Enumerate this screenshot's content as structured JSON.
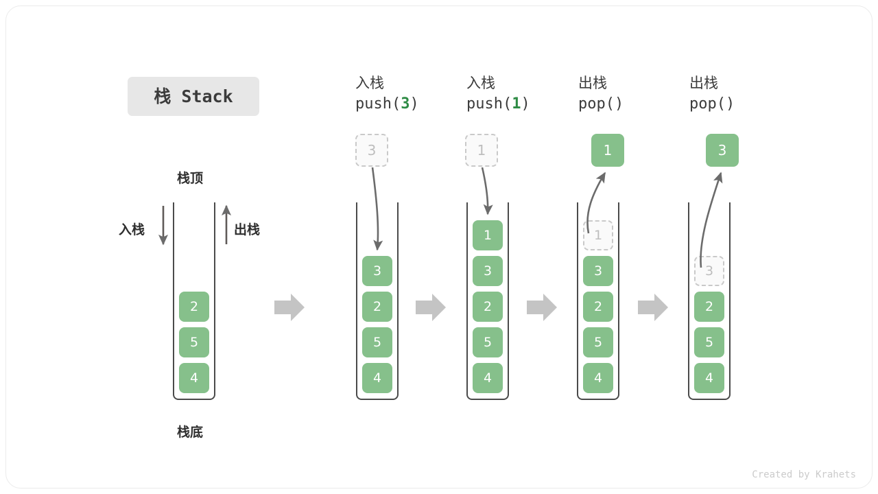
{
  "title": {
    "badge_label": "栈 Stack"
  },
  "footer": {
    "credit": "Created by Krahets"
  },
  "colors": {
    "element_green": "#86c08b",
    "ghost_fill": "#fafafa",
    "ghost_border": "#c9c9c9",
    "tube_stroke": "#4a4a4a",
    "arrow_gray": "#6b6b6b",
    "flow_arrow_gray": "#c4c4c4",
    "badge_bg": "#e7e7e7",
    "code_number": "#2e8b45",
    "text_dark": "#2e2e2e",
    "footer_text": "#cbcbcb"
  },
  "annotations": {
    "top_label": "栈顶",
    "bottom_label": "栈底",
    "push_side_label": "入栈",
    "pop_side_label": "出栈"
  },
  "columns": [
    {
      "id": "initial",
      "head_cn": "",
      "head_code": "",
      "head_code_arg": "",
      "floating": null,
      "stack": [
        "2",
        "5",
        "4"
      ],
      "ghost_top": null
    },
    {
      "id": "push-3",
      "head_cn": "入栈",
      "head_code_prefix": "push(",
      "head_code_arg": "3",
      "head_code_suffix": ")",
      "floating": {
        "value": "3",
        "style": "ghost"
      },
      "stack": [
        "3",
        "2",
        "5",
        "4"
      ],
      "ghost_top": null
    },
    {
      "id": "push-1",
      "head_cn": "入栈",
      "head_code_prefix": "push(",
      "head_code_arg": "1",
      "head_code_suffix": ")",
      "floating": {
        "value": "1",
        "style": "ghost"
      },
      "stack": [
        "1",
        "3",
        "2",
        "5",
        "4"
      ],
      "ghost_top": null
    },
    {
      "id": "pop-1",
      "head_cn": "出栈",
      "head_code_prefix": "pop(",
      "head_code_arg": "",
      "head_code_suffix": ")",
      "floating": {
        "value": "1",
        "style": "solid"
      },
      "stack": [
        "3",
        "2",
        "5",
        "4"
      ],
      "ghost_top": "1"
    },
    {
      "id": "pop-3",
      "head_cn": "出栈",
      "head_code_prefix": "pop(",
      "head_code_arg": "",
      "head_code_suffix": ")",
      "floating": {
        "value": "3",
        "style": "solid"
      },
      "stack": [
        "2",
        "5",
        "4"
      ],
      "ghost_top": "3"
    }
  ],
  "flow_arrows": 4
}
